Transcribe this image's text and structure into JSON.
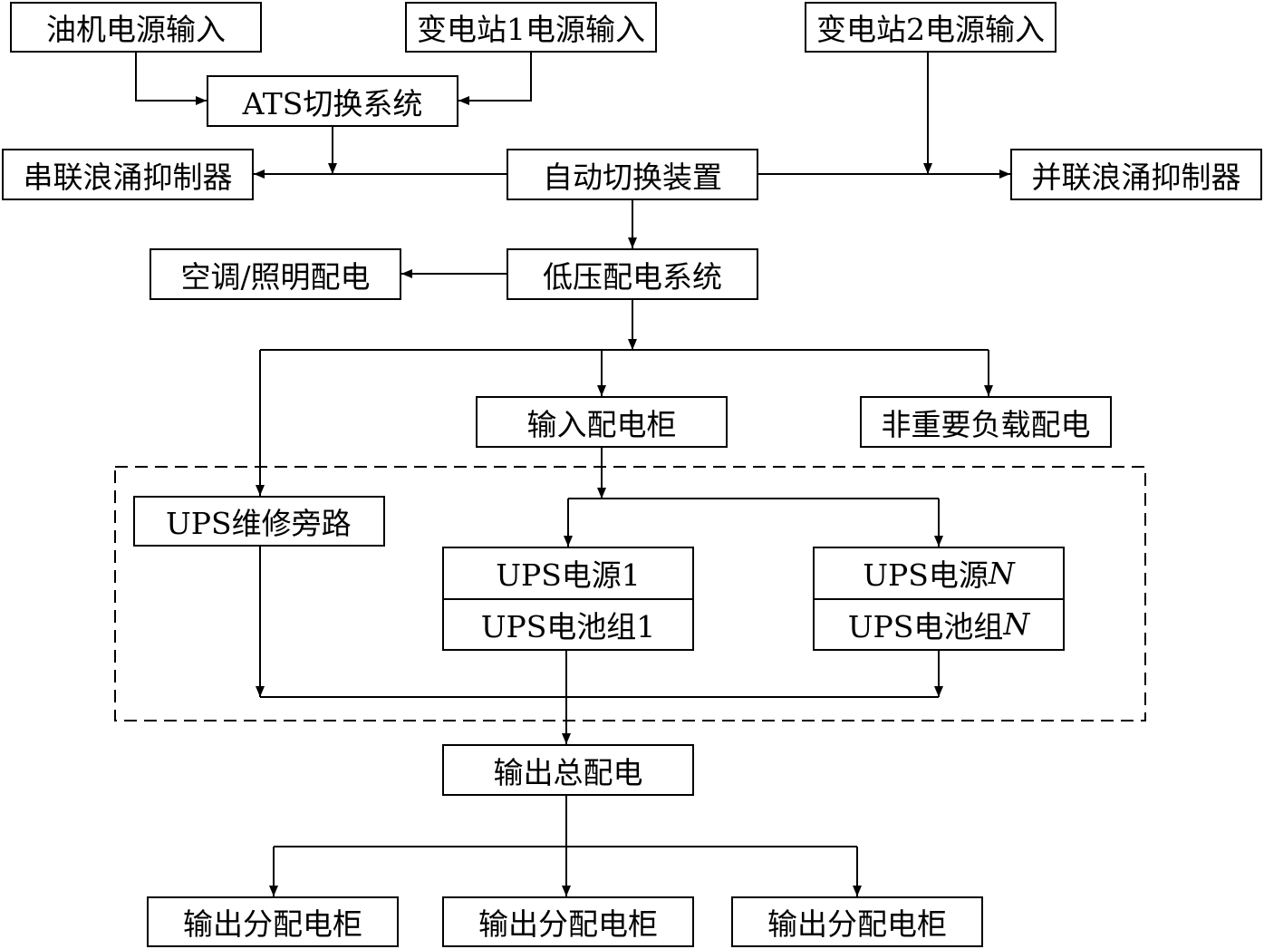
{
  "nodes": {
    "oil_input": "油机电源输入",
    "sub1_input": "变电站1电源输入",
    "sub2_input": "变电站2电源输入",
    "ats": "ATS切换系统",
    "series_surge": "串联浪涌抑制器",
    "auto_switch": "自动切换装置",
    "parallel_surge": "并联浪涌抑制器",
    "hvac_lighting": "空调/照明配电",
    "lv_dist": "低压配电系统",
    "input_cabinet": "输入配电柜",
    "non_critical": "非重要负载配电",
    "ups_bypass": "UPS维修旁路",
    "ups1_power": "UPS电源1",
    "ups1_battery": "UPS电池组1",
    "upsn_power_prefix": "UPS电源",
    "upsn_battery_prefix": "UPS电池组",
    "upsn_suffix": "N",
    "output_main": "输出总配电",
    "output_sub_1": "输出分配电柜",
    "output_sub_2": "输出分配电柜",
    "output_sub_3": "输出分配电柜"
  }
}
